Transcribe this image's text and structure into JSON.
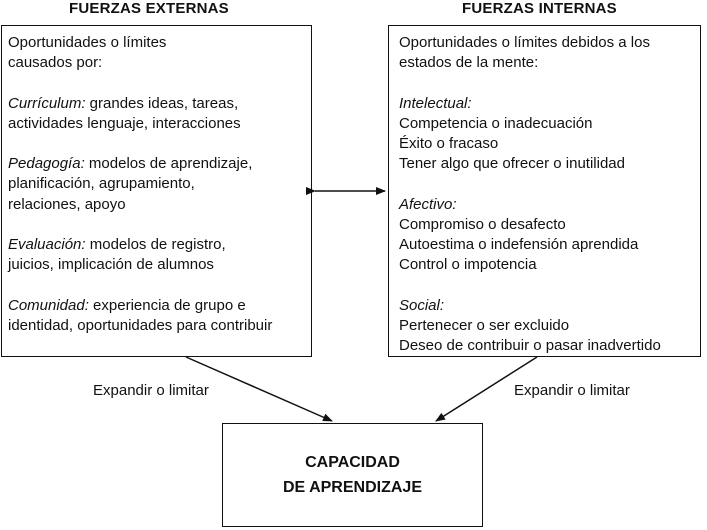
{
  "headings": {
    "external": "FUERZAS EXTERNAS",
    "internal": "FUERZAS INTERNAS"
  },
  "external_box": {
    "intro": [
      "Oportunidades o límites",
      "causados por:"
    ],
    "sections": [
      {
        "title": "Currículum:",
        "first_rest": " grandes ideas, tareas,",
        "more": [
          "actividades lenguaje, interacciones"
        ]
      },
      {
        "title": "Pedagogía:",
        "first_rest": " modelos de aprendizaje,",
        "more": [
          "planificación, agrupamiento,",
          "relaciones, apoyo"
        ]
      },
      {
        "title": "Evaluación:",
        "first_rest": " modelos de registro,",
        "more": [
          "juicios, implicación de alumnos"
        ]
      },
      {
        "title": "Comunidad:",
        "first_rest": " experiencia de grupo e",
        "more": [
          "identidad, oportunidades para contribuir"
        ]
      }
    ]
  },
  "internal_box": {
    "intro": [
      "Oportunidades o límites debidos a los",
      "estados de la mente:"
    ],
    "sections": [
      {
        "title": "Intelectual:",
        "items": [
          "Competencia o inadecuación",
          "Éxito o fracaso",
          "Tener algo que ofrecer o inutilidad"
        ]
      },
      {
        "title": "Afectivo:",
        "items": [
          "Compromiso o desafecto",
          "Autoestima o indefensión aprendida",
          "Control o impotencia"
        ]
      },
      {
        "title": "Social:",
        "items": [
          "Pertenecer o ser excluido",
          "Deseo de contribuir o pasar inadvertido"
        ]
      }
    ]
  },
  "arrow_labels": {
    "left": "Expandir o limitar",
    "right": "Expandir o limitar"
  },
  "center_box": {
    "line1": "CAPACIDAD",
    "line2": "DE APRENDIZAJE"
  }
}
